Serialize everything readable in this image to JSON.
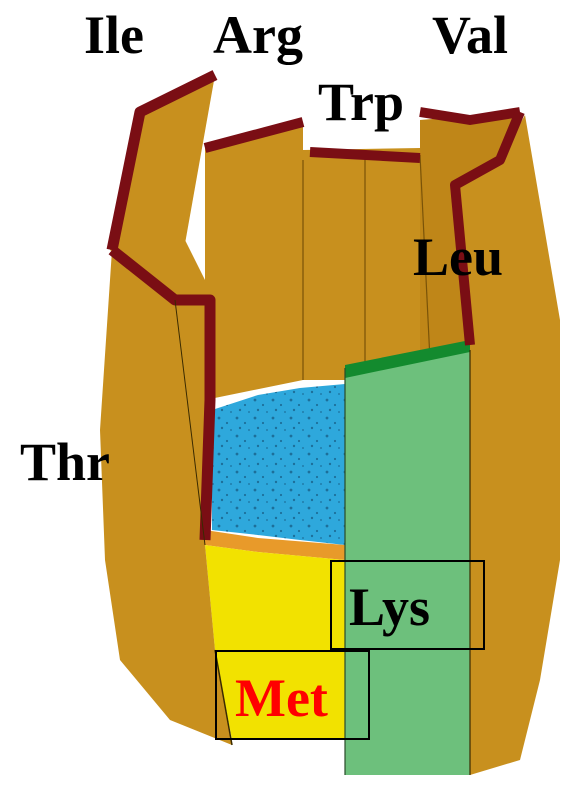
{
  "diagram": {
    "labels": {
      "ile": "Ile",
      "arg": "Arg",
      "val": "Val",
      "trp": "Trp",
      "leu": "Leu",
      "thr": "Thr",
      "lys": "Lys",
      "met": "Met"
    },
    "colors": {
      "stave": "#C8901E",
      "stave_dark": "#A06E10",
      "rim": "#7A0E14",
      "water": "#2EA8DC",
      "lys_stave": "#6DC07C",
      "lys_rim": "#138A2E",
      "met_stave": "#F2E200",
      "met_rim": "#E89A2A",
      "met_label": "#FF0000"
    }
  }
}
